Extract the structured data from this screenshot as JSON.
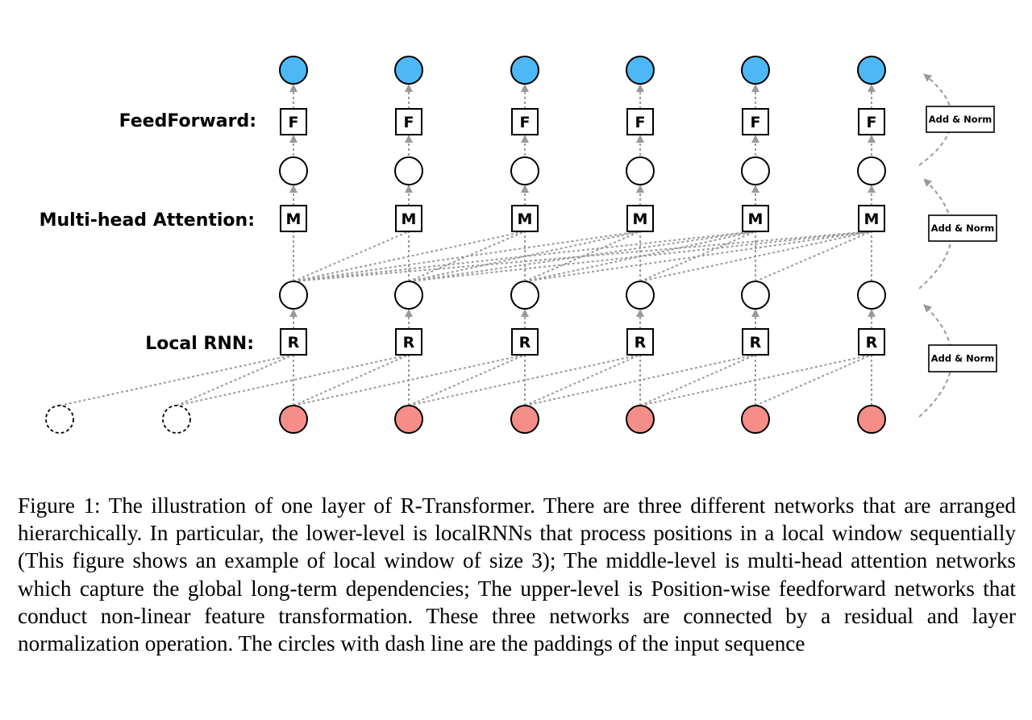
{
  "labels": {
    "feedforward": "FeedForward:",
    "attention": "Multi-head Attention:",
    "local_rnn": "Local RNN:"
  },
  "box_letters": {
    "feedforward": "F",
    "attention": "M",
    "rnn": "R"
  },
  "add_norm": [
    "Add & Norm",
    "Add & Norm",
    "Add & Norm"
  ],
  "colors": {
    "output_node": "#4db8f5",
    "input_node": "#f58e88",
    "hidden_node": "#ffffff",
    "connection": "#9a9a9a"
  },
  "caption": "Figure 1: The illustration of one layer of R-Transformer. There are three different networks that are arranged hierarchically. In particular, the lower-level is localRNNs that process positions in a local window sequentially (This figure shows an example of local window of size 3); The middle-level is multi-head attention networks which capture the global long-term dependencies; The upper-level is Position-wise feedforward networks that conduct non-linear feature transformation. These three networks are connected by a residual and layer normalization operation. The circles with dash line are the paddings of the input sequence"
}
